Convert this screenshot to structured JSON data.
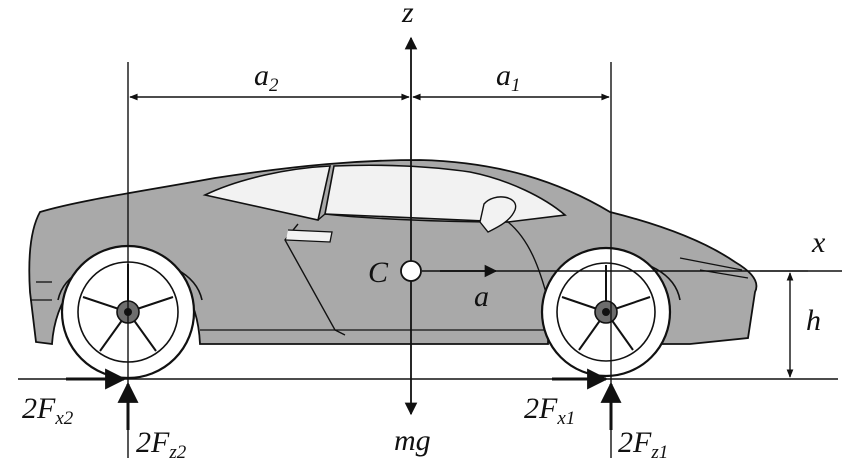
{
  "axes": {
    "vertical": "z",
    "horizontal": "x"
  },
  "dimensions": {
    "rear": "a",
    "rear_sub": "2",
    "front": "a",
    "front_sub": "1",
    "height": "h"
  },
  "points": {
    "center": "C",
    "accel": "a"
  },
  "forces": {
    "weight": "mg",
    "rear_long": {
      "prefix": "2F",
      "sub": "x2"
    },
    "rear_vert": {
      "prefix": "2F",
      "sub": "z2"
    },
    "front_long": {
      "prefix": "2F",
      "sub": "x1"
    },
    "front_vert": {
      "prefix": "2F",
      "sub": "z1"
    }
  },
  "colors": {
    "body": "#a9a9a9",
    "ink": "#111111",
    "glass": "#f2f2f2",
    "tire": "#ffffff"
  }
}
